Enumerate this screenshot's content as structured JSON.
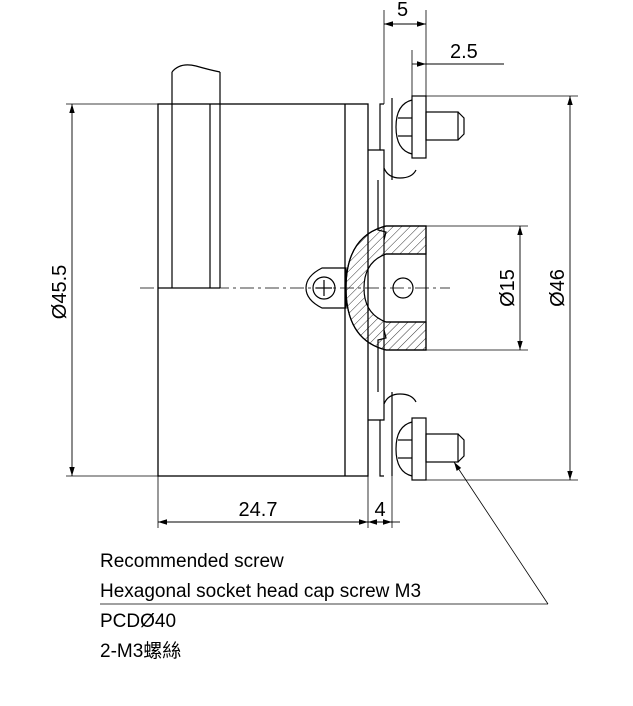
{
  "dimensions": {
    "top_width": "5",
    "top_offset": "2.5",
    "body_diameter": "Ø45.5",
    "bore_diameter": "Ø15",
    "flange_diameter": "Ø46",
    "body_length": "24.7",
    "flange_length": "4"
  },
  "notes": {
    "line1": "Recommended screw",
    "line2": "Hexagonal socket head cap screw M3",
    "line3": "PCDØ40",
    "line4": "2-M3螺絲"
  }
}
